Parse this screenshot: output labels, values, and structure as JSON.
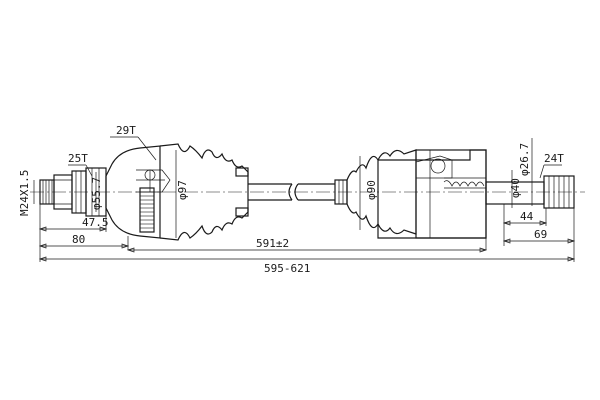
{
  "dimensions": {
    "thread": "M24X1.5",
    "outer_spline": "25T",
    "outer_ring": "29T",
    "outer_seat_dia": "φ55.7",
    "outer_cv_dia": "φ97",
    "outer_stub_len": "47.5",
    "outer_overall_len": "80",
    "inner_cv_dia": "φ90",
    "inner_shaft_dia": "φ26.7",
    "inner_seat_dia": "φ40",
    "inner_spline": "24T",
    "inner_stub_len": "44",
    "inner_overall_len": "69",
    "nominal_length": "591±2",
    "length_range": "595-621"
  }
}
